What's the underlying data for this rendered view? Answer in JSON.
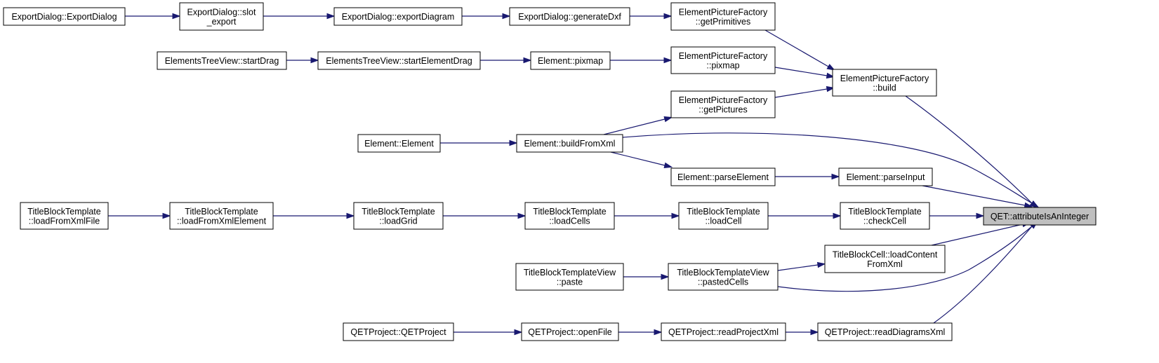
{
  "diagram": {
    "nodes": [
      {
        "id": "n1",
        "lines": [
          "ExportDialog::ExportDialog"
        ]
      },
      {
        "id": "n2",
        "lines": [
          "ExportDialog::slot",
          "_export"
        ]
      },
      {
        "id": "n3",
        "lines": [
          "ExportDialog::exportDiagram"
        ]
      },
      {
        "id": "n4",
        "lines": [
          "ExportDialog::generateDxf"
        ]
      },
      {
        "id": "n5",
        "lines": [
          "ElementPictureFactory",
          "::getPrimitives"
        ]
      },
      {
        "id": "n6",
        "lines": [
          "ElementsTreeView::startDrag"
        ]
      },
      {
        "id": "n7",
        "lines": [
          "ElementsTreeView::startElementDrag"
        ]
      },
      {
        "id": "n8",
        "lines": [
          "Element::pixmap"
        ]
      },
      {
        "id": "n9",
        "lines": [
          "ElementPictureFactory",
          "::pixmap"
        ]
      },
      {
        "id": "n10",
        "lines": [
          "ElementPictureFactory",
          "::build"
        ]
      },
      {
        "id": "n11",
        "lines": [
          "ElementPictureFactory",
          "::getPictures"
        ]
      },
      {
        "id": "n12",
        "lines": [
          "Element::Element"
        ]
      },
      {
        "id": "n13",
        "lines": [
          "Element::buildFromXml"
        ]
      },
      {
        "id": "n14",
        "lines": [
          "Element::parseElement"
        ]
      },
      {
        "id": "n15",
        "lines": [
          "Element::parseInput"
        ]
      },
      {
        "id": "n16",
        "lines": [
          "TitleBlockTemplate",
          "::loadFromXmlFile"
        ]
      },
      {
        "id": "n17",
        "lines": [
          "TitleBlockTemplate",
          "::loadFromXmlElement"
        ]
      },
      {
        "id": "n18",
        "lines": [
          "TitleBlockTemplate",
          "::loadGrid"
        ]
      },
      {
        "id": "n19",
        "lines": [
          "TitleBlockTemplate",
          "::loadCells"
        ]
      },
      {
        "id": "n20",
        "lines": [
          "TitleBlockTemplate",
          "::loadCell"
        ]
      },
      {
        "id": "n21",
        "lines": [
          "TitleBlockTemplate",
          "::checkCell"
        ]
      },
      {
        "id": "n22",
        "lines": [
          "QET::attributeIsAnInteger"
        ],
        "target": true
      },
      {
        "id": "n23",
        "lines": [
          "TitleBlockCell::loadContent",
          "FromXml"
        ]
      },
      {
        "id": "n24",
        "lines": [
          "TitleBlockTemplateView",
          "::paste"
        ]
      },
      {
        "id": "n25",
        "lines": [
          "TitleBlockTemplateView",
          "::pastedCells"
        ]
      },
      {
        "id": "n26",
        "lines": [
          "QETProject::QETProject"
        ]
      },
      {
        "id": "n27",
        "lines": [
          "QETProject::openFile"
        ]
      },
      {
        "id": "n28",
        "lines": [
          "QETProject::readProjectXml"
        ]
      },
      {
        "id": "n29",
        "lines": [
          "QETProject::readDiagramsXml"
        ]
      }
    ],
    "edges": [
      {
        "from": "n1",
        "to": "n2"
      },
      {
        "from": "n2",
        "to": "n3"
      },
      {
        "from": "n3",
        "to": "n4"
      },
      {
        "from": "n4",
        "to": "n5"
      },
      {
        "from": "n5",
        "to": "n10"
      },
      {
        "from": "n6",
        "to": "n7"
      },
      {
        "from": "n7",
        "to": "n8"
      },
      {
        "from": "n8",
        "to": "n9"
      },
      {
        "from": "n9",
        "to": "n10"
      },
      {
        "from": "n11",
        "to": "n10"
      },
      {
        "from": "n10",
        "to": "n22"
      },
      {
        "from": "n12",
        "to": "n13"
      },
      {
        "from": "n13",
        "to": "n11"
      },
      {
        "from": "n13",
        "to": "n22"
      },
      {
        "from": "n13",
        "to": "n14"
      },
      {
        "from": "n14",
        "to": "n15"
      },
      {
        "from": "n15",
        "to": "n22"
      },
      {
        "from": "n16",
        "to": "n17"
      },
      {
        "from": "n17",
        "to": "n18"
      },
      {
        "from": "n18",
        "to": "n19"
      },
      {
        "from": "n19",
        "to": "n20"
      },
      {
        "from": "n20",
        "to": "n21"
      },
      {
        "from": "n21",
        "to": "n22"
      },
      {
        "from": "n23",
        "to": "n22"
      },
      {
        "from": "n24",
        "to": "n25"
      },
      {
        "from": "n25",
        "to": "n23"
      },
      {
        "from": "n25",
        "to": "n22"
      },
      {
        "from": "n26",
        "to": "n27"
      },
      {
        "from": "n27",
        "to": "n28"
      },
      {
        "from": "n28",
        "to": "n29"
      },
      {
        "from": "n29",
        "to": "n22"
      }
    ]
  }
}
